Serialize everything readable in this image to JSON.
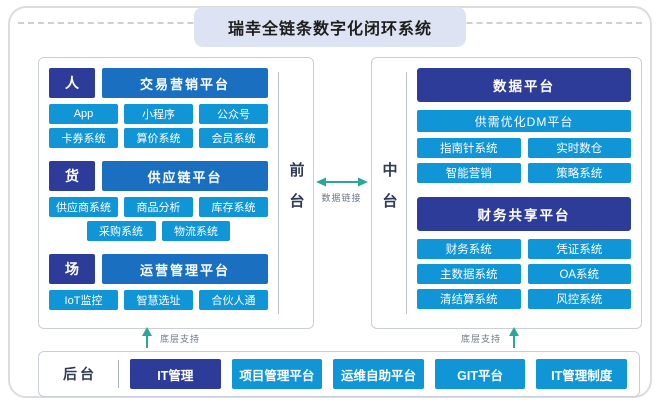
{
  "colors": {
    "dark_blue": "#2e3c99",
    "platform_blue": "#1a6fc0",
    "system_cyan": "#1095d6",
    "title_bg": "#dde3f2",
    "teal_arrow": "#2aa79b",
    "panel_border": "#c9ced8",
    "outer_border": "#dcdcdc",
    "strip_text": "#2f3a55",
    "caption_text": "#6b7686"
  },
  "title": "瑞幸全链条数字化闭环系统",
  "front_panel": {
    "side_label": "前台",
    "sections": [
      {
        "tag": "人",
        "platform": "交易营销平台",
        "rows": [
          [
            "App",
            "小程序",
            "公众号"
          ],
          [
            "卡券系统",
            "算价系统",
            "会员系统"
          ]
        ]
      },
      {
        "tag": "货",
        "platform": "供应链平台",
        "rows": [
          [
            "供应商系统",
            "商品分析",
            "库存系统"
          ],
          [
            "采购系统",
            "物流系统"
          ]
        ]
      },
      {
        "tag": "场",
        "platform": "运营管理平台",
        "rows": [
          [
            "IoT监控",
            "智慧选址",
            "合伙人通"
          ]
        ]
      }
    ]
  },
  "middle_panel": {
    "side_label": "中台",
    "groups": [
      {
        "header": "数据平台",
        "wide_item": "供需优化DM平台",
        "rows": [
          [
            "指南针系统",
            "实时数仓"
          ],
          [
            "智能营销",
            "策略系统"
          ]
        ]
      },
      {
        "header": "财务共享平台",
        "rows": [
          [
            "财务系统",
            "凭证系统"
          ],
          [
            "主数据系统",
            "OA系统"
          ],
          [
            "清结算系统",
            "风控系统"
          ]
        ]
      }
    ]
  },
  "data_link": {
    "label": "数据链接"
  },
  "support_left": {
    "label": "底层支持"
  },
  "support_right": {
    "label": "底层支持"
  },
  "back_panel": {
    "side_label": "后台",
    "items": [
      {
        "label": "IT管理",
        "dark": true
      },
      {
        "label": "项目管理平台",
        "dark": false
      },
      {
        "label": "运维自助平台",
        "dark": false
      },
      {
        "label": "GIT平台",
        "dark": false
      },
      {
        "label": "IT管理制度",
        "dark": false
      }
    ]
  }
}
